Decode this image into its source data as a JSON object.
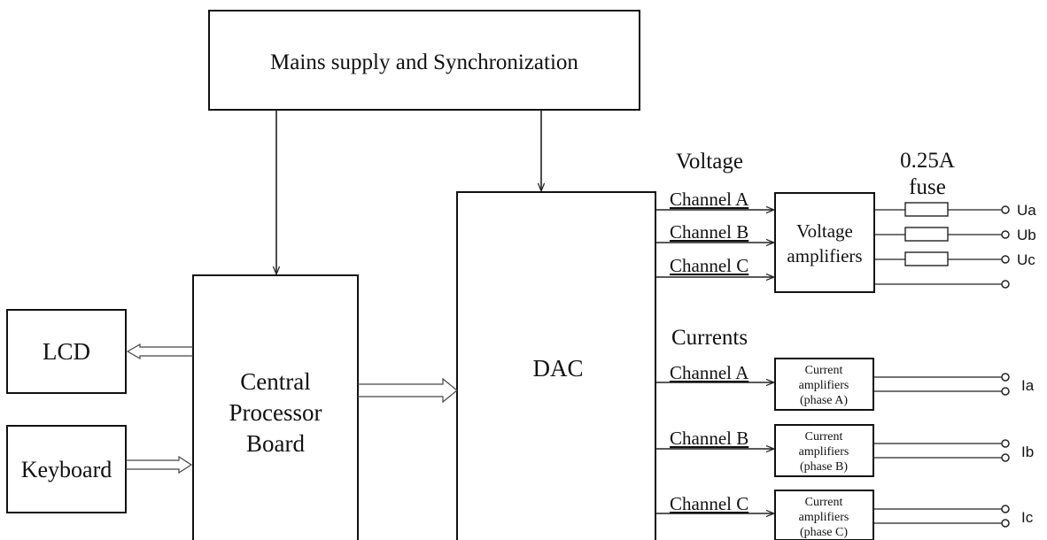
{
  "blocks": {
    "mains": "Mains supply and Synchronization",
    "cpu_line1": "Central",
    "cpu_line2": "Processor",
    "cpu_line3": "Board",
    "dac": "DAC",
    "lcd": "LCD",
    "keyboard": "Keyboard",
    "voltage_amp_line1": "Voltage",
    "voltage_amp_line2": "amplifiers",
    "current_amp_line1": "Current",
    "current_amp_line2": "amplifiers",
    "phase_a": "(phase A)",
    "phase_b": "(phase B)",
    "phase_c": "(phase C)"
  },
  "section_labels": {
    "voltage": "Voltage",
    "currents": "Currents",
    "fuse_rating": "0.25A",
    "fuse": "fuse"
  },
  "channels": {
    "a": "Channel A",
    "b": "Channel B",
    "c": "Channel C"
  },
  "outputs": {
    "ua": "Ua",
    "ub": "Ub",
    "uc": "Uc",
    "ia": "Ia",
    "ib": "Ib",
    "ic": "Ic"
  }
}
